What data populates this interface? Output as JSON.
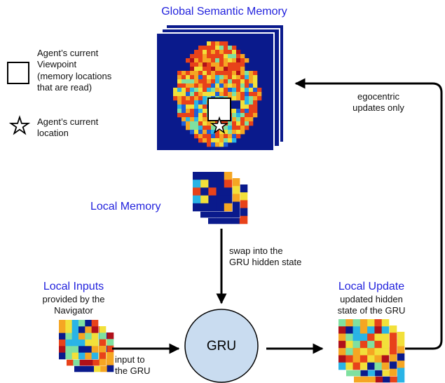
{
  "titles": {
    "global_memory": "Global Semantic Memory",
    "local_memory": "Local Memory",
    "local_inputs": "Local Inputs",
    "local_update": "Local Update",
    "gru": "GRU"
  },
  "legend": {
    "viewpoint_lines": [
      "Agent’s current",
      "Viewpoint",
      "(memory locations",
      "that are read)"
    ],
    "location_lines": [
      "Agent’s current",
      "location"
    ]
  },
  "subtitles": {
    "local_inputs_lines": [
      "provided by the",
      "Navigator"
    ],
    "local_update_lines": [
      "updated hidden",
      "state of the GRU"
    ]
  },
  "arrow_labels": {
    "egocentric_lines": [
      "egocentric",
      "updates only"
    ],
    "swap_lines": [
      "swap into the",
      "GRU hidden state"
    ],
    "input_lines": [
      "input to",
      "the GRU"
    ]
  },
  "colors": {
    "title_blue": "#2222dd",
    "memory_background": "#0a1a8c",
    "gru_fill": "#c9dcf0",
    "heat_palette": [
      "#0a1a8c",
      "#1f5fd8",
      "#2ab4e6",
      "#7fe0a0",
      "#f2e03a",
      "#f5a623",
      "#e8421a",
      "#b0101a"
    ]
  },
  "icons": [
    "viewpoint-square-icon",
    "star-icon"
  ]
}
